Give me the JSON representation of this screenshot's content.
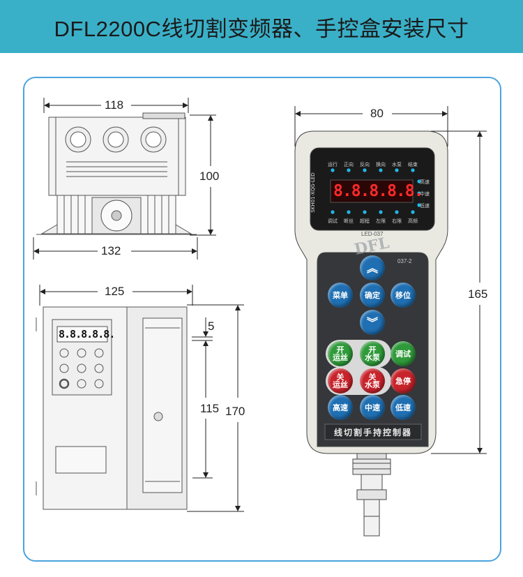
{
  "title": "DFL2200C线切割变频器、手控盒安装尺寸",
  "dimensions": {
    "top_width": "118",
    "top_height": "100",
    "top_base_width": "132",
    "front_width": "125",
    "front_offset": "5",
    "front_inner_height": "115",
    "front_height": "170",
    "pendant_width": "80",
    "pendant_height": "165"
  },
  "inverter_panel": {
    "display": "8.8.8.8.8."
  },
  "pendant": {
    "model_label": "SKH01-XQG-LED",
    "led_label": "LED-037",
    "board_label": "037-2",
    "watermark": "DFL",
    "display": "8.8.8.8.8.",
    "top_indicators": [
      "运行",
      "正向",
      "反向",
      "换向",
      "水泵",
      "结束"
    ],
    "bottom_indicators": [
      "调试",
      "断丝",
      "超程",
      "左限",
      "右限",
      "高频"
    ],
    "speed_indicators": [
      "高速",
      "中速",
      "低速"
    ],
    "buttons": {
      "menu": "菜单",
      "confirm": "确定",
      "shift": "移位",
      "run_on_1": "开",
      "run_on_2": "运丝",
      "pump_on_1": "开",
      "pump_on_2": "水泵",
      "debug": "调试",
      "run_off_1": "关",
      "run_off_2": "运丝",
      "pump_off_1": "关",
      "pump_off_2": "水泵",
      "estop": "急停",
      "high": "高速",
      "mid": "中速",
      "low": "低速"
    },
    "footer": "线切割手持控制器"
  },
  "colors": {
    "header": "#3ab0c8",
    "frame": "#4aa3df",
    "button_blue": "#1f6fb2",
    "button_green": "#2f9a3a",
    "button_red": "#c8232b"
  }
}
